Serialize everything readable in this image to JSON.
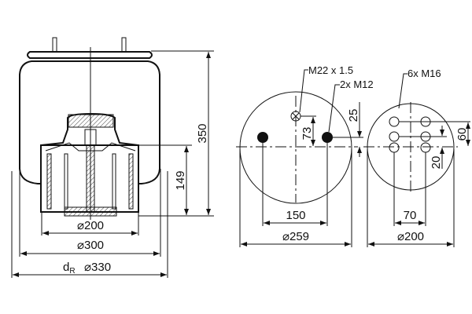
{
  "side_view": {
    "height_total": "350",
    "height_piston": "149",
    "dia_piston": "⌀200",
    "dia_bellow": "⌀300",
    "dia_rolling_prefix": "d",
    "dia_rolling_sub": "R",
    "dia_rolling": "⌀330"
  },
  "top_plate": {
    "air_port": "M22 x 1.5",
    "studs": "2x M12",
    "offset_port": "73",
    "offset_studs": "25",
    "stud_spacing": "150",
    "diameter": "⌀259"
  },
  "bottom_plate": {
    "holes": "6x M16",
    "pitch_vertical": "60",
    "offset": "20",
    "pitch_horizontal": "70",
    "diameter": "⌀200"
  }
}
